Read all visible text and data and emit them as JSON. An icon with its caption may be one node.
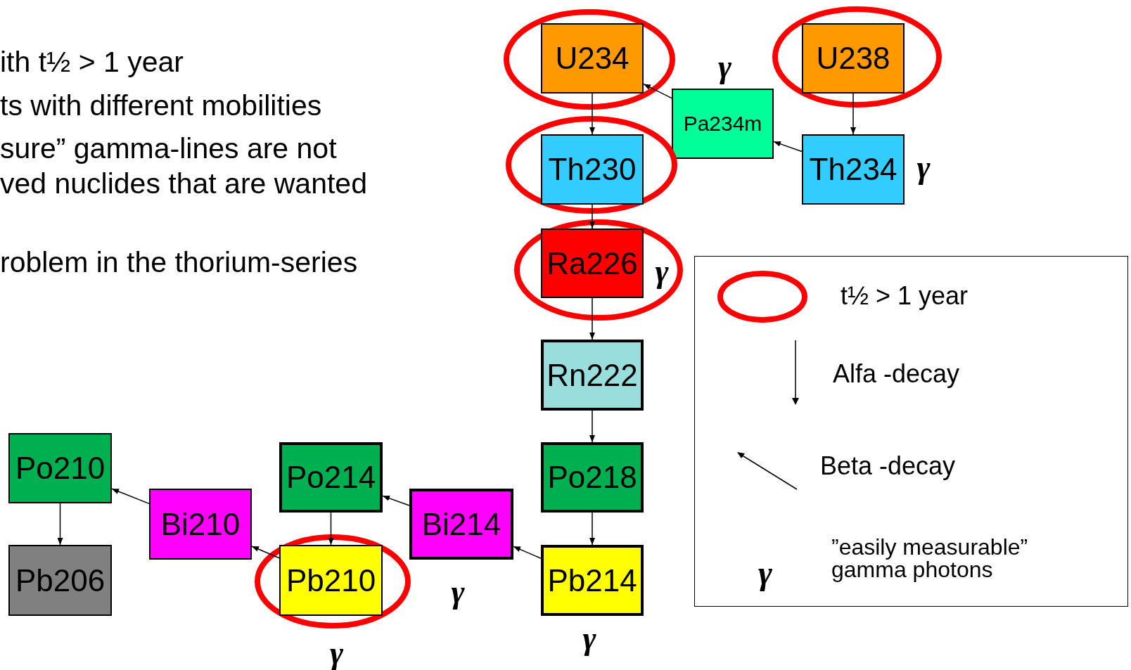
{
  "diagram": {
    "nodes": [
      {
        "text": [],
        "shape": "ellipse"
      },
      {
        "text": [
          "U234"
        ],
        "in": 0
      },
      {
        "text": [],
        "shape": "ellipse"
      },
      {
        "text": [
          "U238"
        ],
        "in": 2
      },
      {
        "text": [
          "Pa234m"
        ],
        "beside": [
          "γ"
        ]
      },
      {
        "text": [],
        "shape": "ellipse"
      },
      {
        "text": [
          "Th230"
        ],
        "in": 5
      },
      {
        "text": [
          "Th234"
        ],
        "beside": [
          "γ"
        ]
      },
      {
        "text": [],
        "shape": "ellipse"
      },
      {
        "text": [
          "Ra226"
        ],
        "in": 8,
        "beside": [
          "γ"
        ]
      },
      {
        "text": [
          "Rn222"
        ]
      },
      {
        "text": [
          "Po210"
        ]
      },
      {
        "text": [
          "Po214"
        ]
      },
      {
        "text": [
          "Po218"
        ]
      },
      {
        "text": [
          "Bi210"
        ]
      },
      {
        "text": [
          "Bi214"
        ],
        "beside": [
          "γ"
        ]
      },
      {
        "text": [],
        "shape": "ellipse"
      },
      {
        "text": [
          "Pb210"
        ],
        "in": 16,
        "beside": [
          "γ"
        ]
      },
      {
        "text": [
          "Pb206"
        ]
      },
      {
        "text": [
          "Pb214"
        ],
        "beside": [
          "γ"
        ]
      }
    ],
    "edges": [
      {
        "from": 3,
        "to": 7,
        "arrow": "to"
      },
      {
        "from": 7,
        "to": 4,
        "arrow": "to"
      },
      {
        "from": 4,
        "to": 1,
        "arrow": "to"
      },
      {
        "from": 1,
        "to": 6,
        "arrow": "to"
      },
      {
        "from": 6,
        "to": 9,
        "arrow": "to"
      },
      {
        "from": 9,
        "to": 10,
        "arrow": "to"
      },
      {
        "from": 10,
        "to": 13,
        "arrow": "to"
      },
      {
        "from": 13,
        "to": 19,
        "arrow": "to"
      },
      {
        "from": 19,
        "to": 15,
        "arrow": "to"
      },
      {
        "from": 15,
        "to": 12,
        "arrow": "to"
      },
      {
        "from": 12,
        "to": 17,
        "arrow": "to"
      },
      {
        "from": 17,
        "to": 14,
        "arrow": "to"
      },
      {
        "from": 14,
        "to": 11,
        "arrow": "to"
      },
      {
        "from": 11,
        "to": 18,
        "arrow": "to"
      }
    ],
    "labels": [
      "ith t½ > 1 year",
      "ts with different mobilities",
      "sure” gamma-lines are not",
      "ved nuclides that are wanted",
      "roblem in the thorium-series",
      "γ"
    ],
    "legend": [
      {
        "text": "t½ > 1 year"
      },
      {
        "text": "Alfa -decay"
      },
      {
        "text": "Beta -decay"
      },
      {
        "text": "”easily measurable” gamma photons"
      }
    ]
  }
}
